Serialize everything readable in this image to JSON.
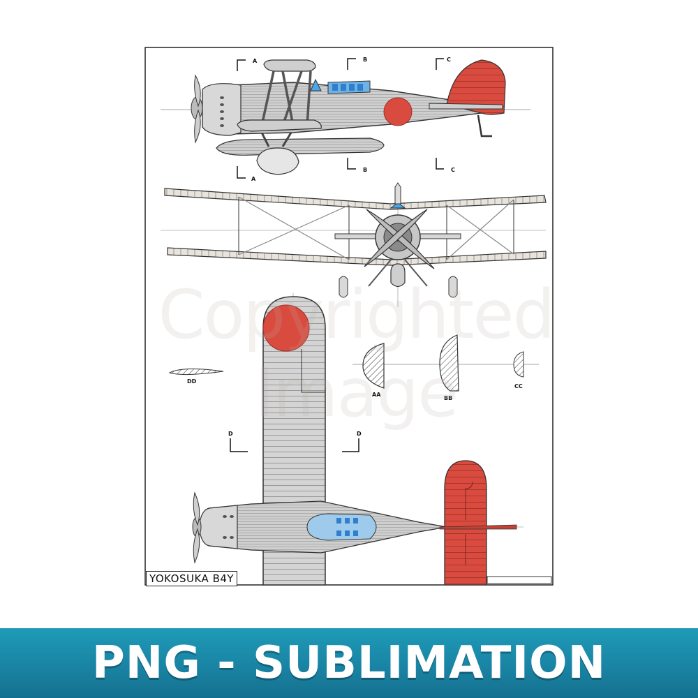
{
  "drawing": {
    "title": "YOKOSUKA B4Y",
    "section_marks": {
      "a": "A",
      "b": "B",
      "c": "C",
      "d": "D"
    },
    "profile_labels": {
      "dd": "DD",
      "aa": "AA",
      "bb": "BB",
      "cc": "CC"
    },
    "watermark": "Copyrighted Image",
    "colors": {
      "hinomaru": "#d94b3f",
      "rudder": "#d94b3f",
      "fabric": "#d3d3d3",
      "glass": "#4aa6e8",
      "outline": "#222222"
    }
  },
  "banner": {
    "text": "PNG - SUBLIMATION",
    "color": "#1a86a6"
  }
}
